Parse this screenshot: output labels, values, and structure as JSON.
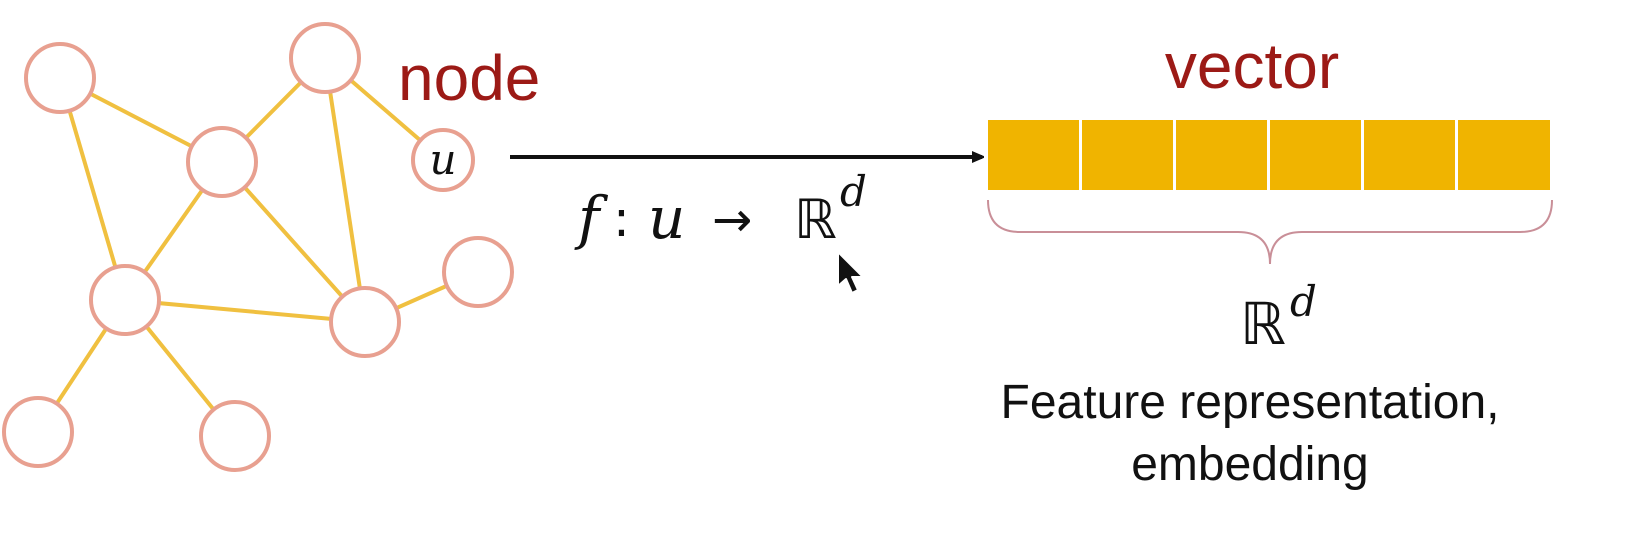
{
  "diagram": {
    "node_label": "node",
    "node_symbol": "u",
    "vector_label": "vector",
    "mapping": {
      "f": "f",
      "colon": ":",
      "u": "u",
      "arrow": "→",
      "space": "ℝ",
      "exponent": "d"
    },
    "space_label": {
      "base": "ℝ",
      "exponent": "d"
    },
    "caption_line1": "Feature representation,",
    "caption_line2": "embedding",
    "vector_cell_count": 6,
    "colors": {
      "edge": "#f0c040",
      "node_stroke": "#e8a090",
      "label_red": "#9c1a16",
      "vector_fill": "#f0b400",
      "brace": "#c98f98",
      "arrow": "#111111"
    }
  }
}
